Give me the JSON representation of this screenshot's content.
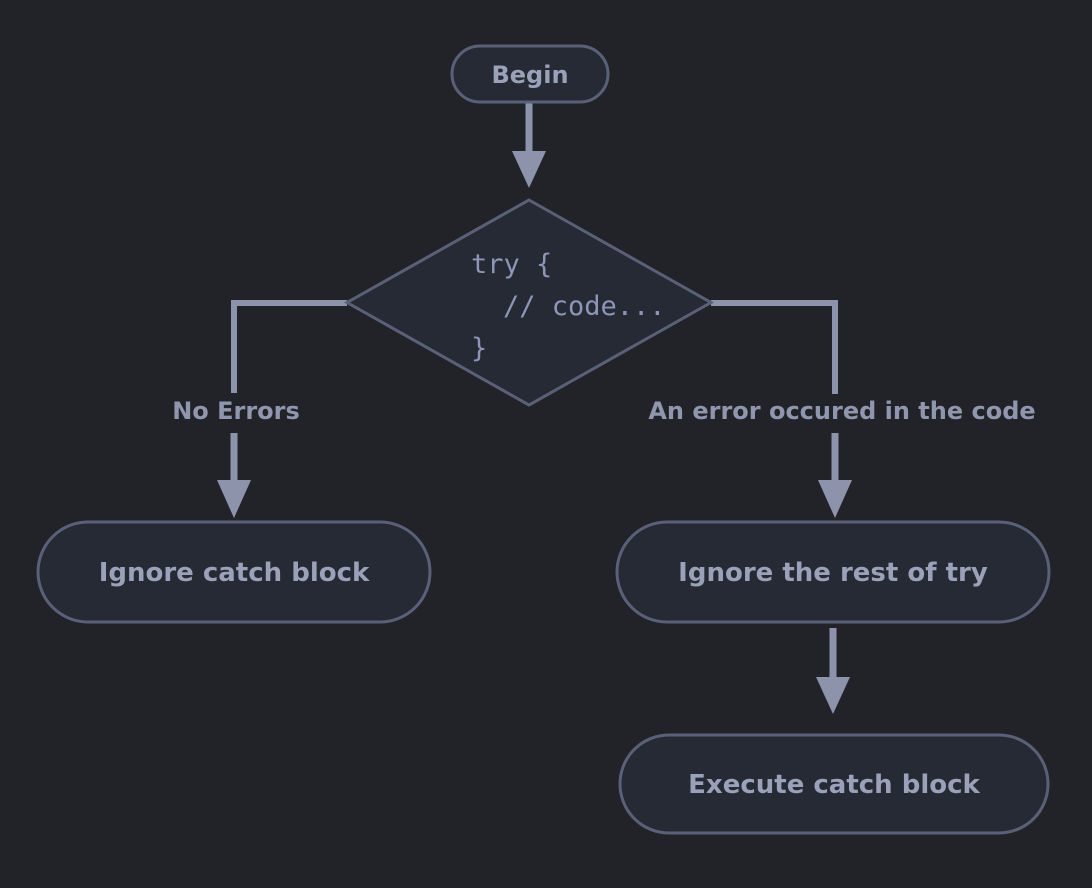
{
  "diagram": {
    "type": "flowchart",
    "colors": {
      "background": "#212329",
      "node_fill": "#262a34",
      "node_border": "#5a6078",
      "node_text": "#9aa1b8",
      "code_text": "#8d96b6",
      "edge_label_text": "#8f96ae",
      "arrow": "#8d93ab"
    },
    "nodes": {
      "begin": {
        "shape": "stadium",
        "label": "Begin"
      },
      "try_diamond": {
        "shape": "diamond",
        "code_line1": "try {",
        "code_line2": "// code...",
        "code_line3": "}"
      },
      "ignore_catch": {
        "shape": "stadium",
        "label": "Ignore catch block"
      },
      "ignore_rest": {
        "shape": "stadium",
        "label": "Ignore the rest of try"
      },
      "execute_catch": {
        "shape": "stadium",
        "label": "Execute catch block"
      }
    },
    "edges": [
      {
        "from": "begin",
        "to": "try_diamond",
        "label": ""
      },
      {
        "from": "try_diamond",
        "to": "ignore_catch",
        "label": "No Errors"
      },
      {
        "from": "try_diamond",
        "to": "ignore_rest",
        "label": "An error occured in the code"
      },
      {
        "from": "ignore_rest",
        "to": "execute_catch",
        "label": ""
      }
    ]
  }
}
